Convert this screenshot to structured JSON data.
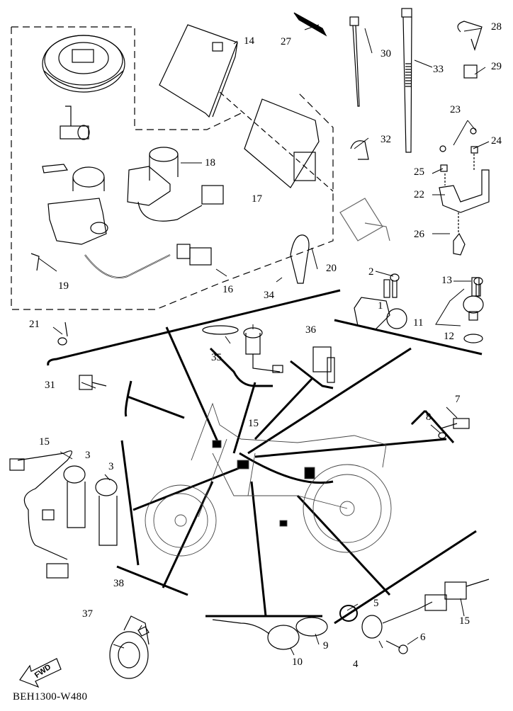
{
  "diagram": {
    "drawing_code": "BEH1300-W480",
    "direction_arrow": "FWD",
    "callouts": [
      {
        "id": "l1",
        "text": "1"
      },
      {
        "id": "l2",
        "text": "2"
      },
      {
        "id": "l3a",
        "text": "3"
      },
      {
        "id": "l3b",
        "text": "3"
      },
      {
        "id": "l4",
        "text": "4"
      },
      {
        "id": "l5",
        "text": "5"
      },
      {
        "id": "l6",
        "text": "6"
      },
      {
        "id": "l7",
        "text": "7"
      },
      {
        "id": "l8",
        "text": "8"
      },
      {
        "id": "l9",
        "text": "9"
      },
      {
        "id": "l10",
        "text": "10"
      },
      {
        "id": "l11",
        "text": "11"
      },
      {
        "id": "l12",
        "text": "12"
      },
      {
        "id": "l13",
        "text": "13"
      },
      {
        "id": "l14",
        "text": "14"
      },
      {
        "id": "l15a",
        "text": "15"
      },
      {
        "id": "l15b",
        "text": "15"
      },
      {
        "id": "l15c",
        "text": "15"
      },
      {
        "id": "l16",
        "text": "16"
      },
      {
        "id": "l17",
        "text": "17"
      },
      {
        "id": "l18",
        "text": "18"
      },
      {
        "id": "l19",
        "text": "19"
      },
      {
        "id": "l20",
        "text": "20"
      },
      {
        "id": "l21",
        "text": "21"
      },
      {
        "id": "l22",
        "text": "22"
      },
      {
        "id": "l23",
        "text": "23"
      },
      {
        "id": "l24",
        "text": "24"
      },
      {
        "id": "l25",
        "text": "25"
      },
      {
        "id": "l26",
        "text": "26"
      },
      {
        "id": "l27",
        "text": "27"
      },
      {
        "id": "l28",
        "text": "28"
      },
      {
        "id": "l29",
        "text": "29"
      },
      {
        "id": "l30",
        "text": "30"
      },
      {
        "id": "l31",
        "text": "31"
      },
      {
        "id": "l32",
        "text": "32"
      },
      {
        "id": "l33",
        "text": "33"
      },
      {
        "id": "l34",
        "text": "34"
      },
      {
        "id": "l35",
        "text": "35"
      },
      {
        "id": "l36",
        "text": "36"
      },
      {
        "id": "l37",
        "text": "37"
      },
      {
        "id": "l38",
        "text": "38"
      }
    ]
  }
}
